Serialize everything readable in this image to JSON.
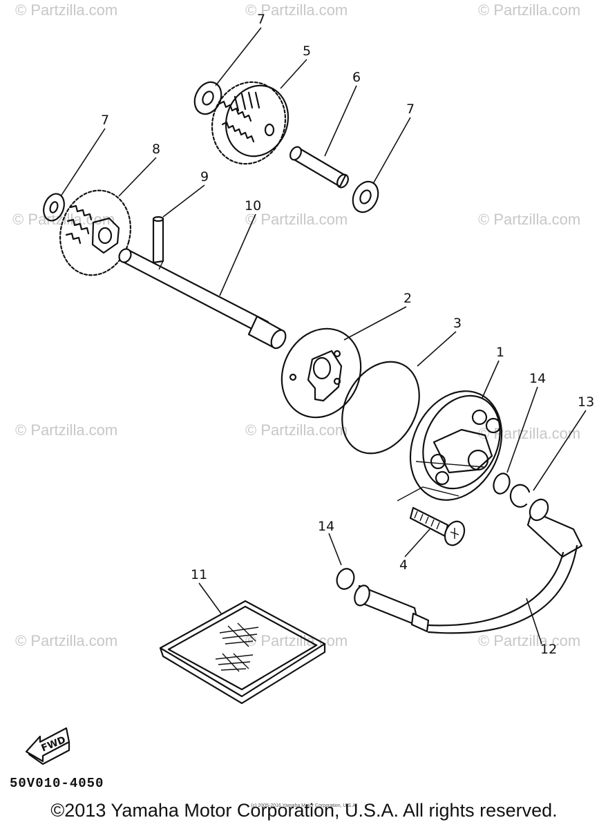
{
  "diagram": {
    "callouts": [
      "7",
      "5",
      "6",
      "7",
      "7",
      "8",
      "9",
      "10",
      "2",
      "3",
      "1",
      "14",
      "13",
      "4",
      "14",
      "11",
      "12"
    ],
    "fwd_label": "FWD",
    "part_code": "50V010-4050",
    "watermark": "© Partzilla.com",
    "copyright": "©2013 Yamaha Motor Corporation, U.S.A. All rights reserved.",
    "small_copyright": "(c) 2005-2016 Yamaha Motor Corporation, U.S.A."
  }
}
